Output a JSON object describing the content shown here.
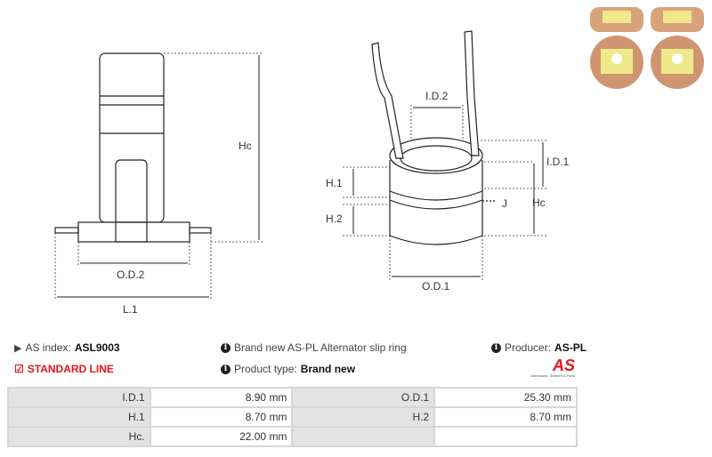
{
  "drawing": {
    "left_labels": {
      "hc": "Hc",
      "od2": "O.D.2",
      "l1": "L.1"
    },
    "right_labels": {
      "id2": "I.D.2",
      "id1": "I.D.1",
      "h1": "H.1",
      "h2": "H.2",
      "j": "J",
      "hc": "Hc",
      "od1": "O.D.1"
    }
  },
  "info": {
    "as_index_label": "AS index:",
    "as_index_value": "ASL9003",
    "standard_line": "STANDARD LINE",
    "description": "Brand new AS-PL Alternator slip ring",
    "product_type_label": "Product type:",
    "product_type_value": "Brand new",
    "producer_label": "Producer:",
    "producer_value": "AS-PL",
    "logo_text": "AS",
    "logo_tagline": "Alternators, Starters & Parts"
  },
  "specs": [
    [
      {
        "k": "I.D.1",
        "v": "8.90 mm"
      },
      {
        "k": "O.D.1",
        "v": "25.30 mm"
      }
    ],
    [
      {
        "k": "H.1",
        "v": "8.70 mm"
      },
      {
        "k": "H.2",
        "v": "8.70 mm"
      }
    ],
    [
      {
        "k": "Hc.",
        "v": "22.00 mm"
      },
      {
        "k": "",
        "v": ""
      }
    ]
  ],
  "colors": {
    "accent": "#e3151b",
    "copper": "#d9a27a",
    "yellow": "#efe98a"
  }
}
